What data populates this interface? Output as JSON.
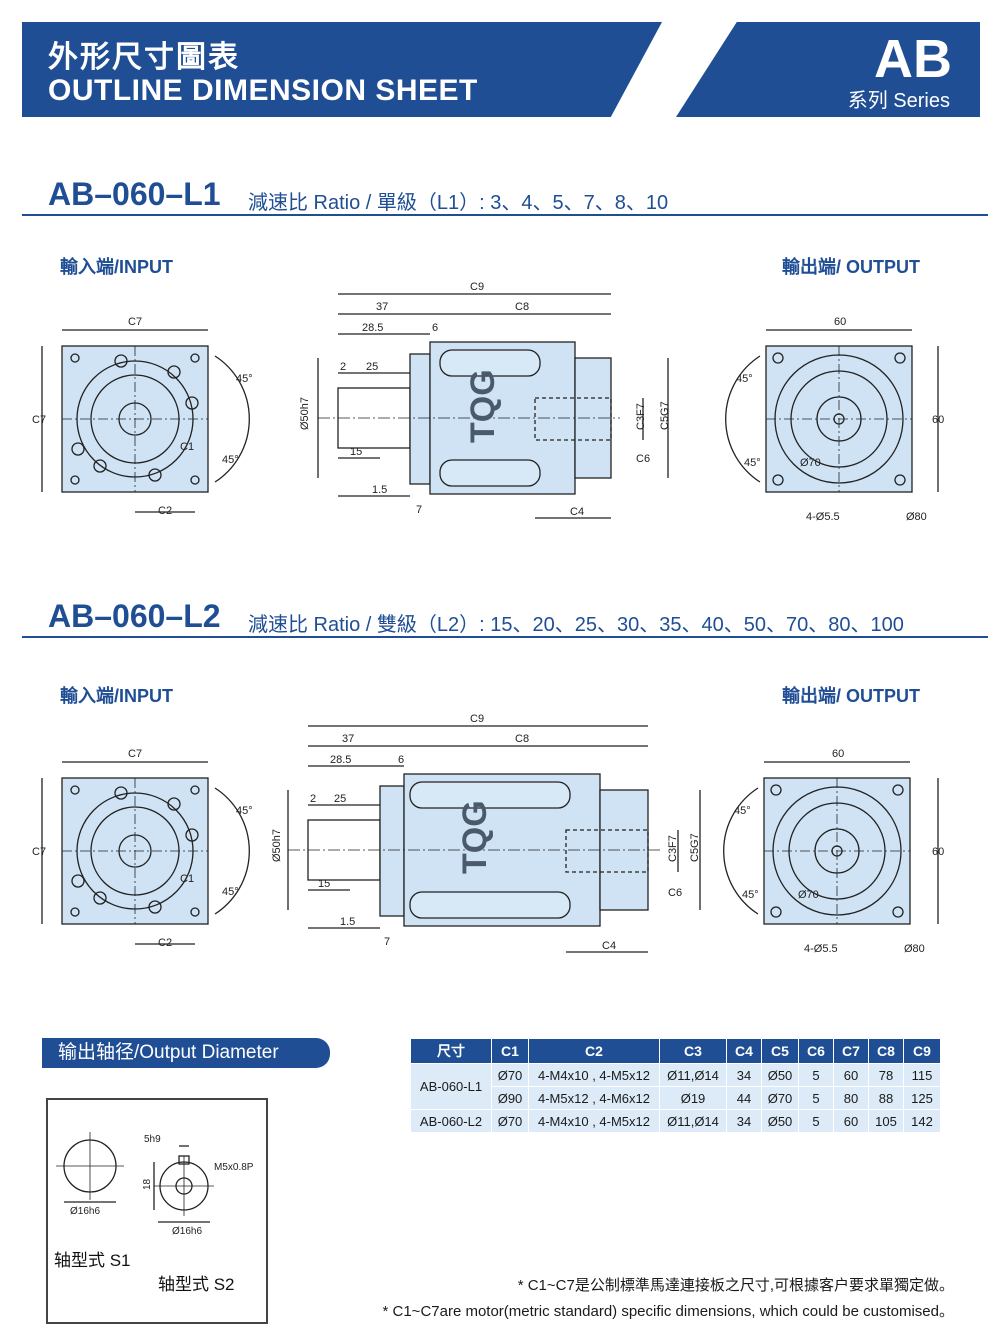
{
  "header": {
    "title_cn": "外形尺寸圖表",
    "title_en": "OUTLINE DIMENSION SHEET",
    "series_code": "AB",
    "series_label": "系列 Series"
  },
  "sections": [
    {
      "model": "AB–060–L1",
      "ratio": "減速比 Ratio / 單級（L1）: 3、4、5、7、8、10",
      "input_label": "輸入端/INPUT",
      "output_label": "輸出端/ OUTPUT"
    },
    {
      "model": "AB–060–L2",
      "ratio": "減速比 Ratio / 雙級（L2）: 15、20、25、30、35、40、50、70、80、100",
      "input_label": "輸入端/INPUT",
      "output_label": "輸出端/ OUTPUT"
    }
  ],
  "dims": {
    "c7": "C7",
    "c1": "C1",
    "c2": "C2",
    "c9": "C9",
    "c8": "C8",
    "c3": "C3F7",
    "c5": "C5G7",
    "c6": "C6",
    "c4": "C4",
    "d37": "37",
    "d285": "28.5",
    "d6": "6",
    "d2": "2",
    "d25": "25",
    "d15": "15",
    "d15b": "1.5",
    "d7": "7",
    "phi50": "Ø50h7",
    "deg45": "45°",
    "d60": "60",
    "phi70": "Ø70",
    "holes": "4-Ø5.5",
    "phi80": "Ø80",
    "logo": "TQG"
  },
  "output_diameter": {
    "title": "输出轴径/Output Diameter",
    "s1_dia": "Ø16h6",
    "s1_label": "轴型式  S1",
    "s2_key": "5h9",
    "s2_thread": "M5x0.8P",
    "s2_depth": "18",
    "s2_dia": "Ø16h6",
    "s2_label": "轴型式  S2"
  },
  "table": {
    "headers": [
      "尺寸",
      "C1",
      "C2",
      "C3",
      "C4",
      "C5",
      "C6",
      "C7",
      "C8",
      "C9"
    ],
    "l1_model": "AB-060-L1",
    "l1_rows": [
      [
        "Ø70",
        "4-M4x10 , 4-M5x12",
        "Ø11,Ø14",
        "34",
        "Ø50",
        "5",
        "60",
        "78",
        "115"
      ],
      [
        "Ø90",
        "4-M5x12 , 4-M6x12",
        "Ø19",
        "44",
        "Ø70",
        "5",
        "80",
        "88",
        "125"
      ]
    ],
    "l2_model": "AB-060-L2",
    "l2_row": [
      "Ø70",
      "4-M4x10 , 4-M5x12",
      "Ø11,Ø14",
      "34",
      "Ø50",
      "5",
      "60",
      "105",
      "142"
    ]
  },
  "notes": {
    "cn": "* C1~C7是公制標準馬達連接板之尺寸,可根據客户要求單獨定做。",
    "en": "* C1~C7are motor(metric standard) specific dimensions, which could be customised。"
  },
  "colors": {
    "brand": "#1f4e95",
    "fill": "#dcebf7",
    "part": "#cfe3f4"
  }
}
